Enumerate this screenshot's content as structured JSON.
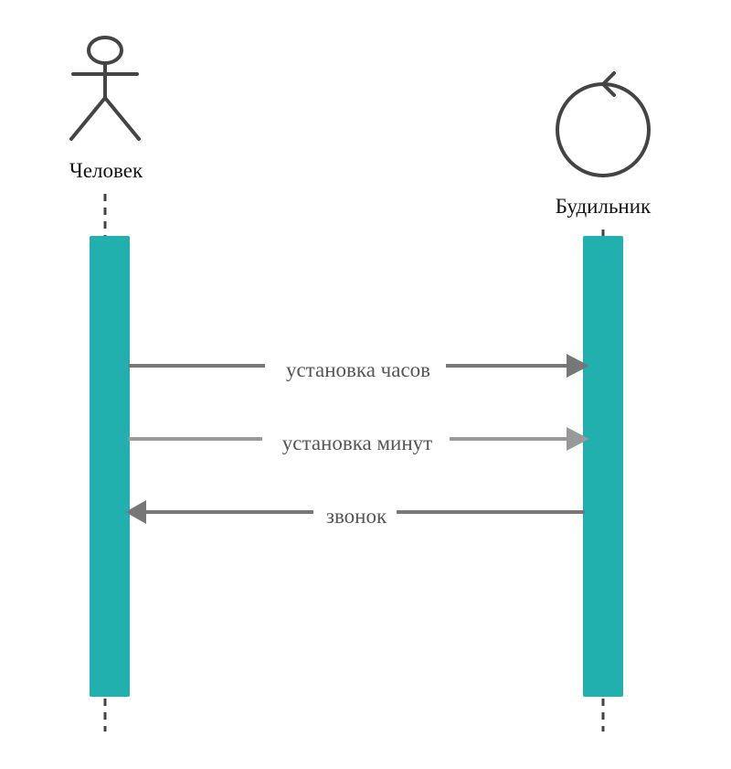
{
  "participants": {
    "actor": {
      "label": "Человек",
      "icon": "actor-stick-figure-icon"
    },
    "control": {
      "label": "Будильник",
      "icon": "control-circle-icon"
    }
  },
  "messages": [
    {
      "label": "установка часов",
      "from": "Человек",
      "to": "Будильник"
    },
    {
      "label": "установка минут",
      "from": "Человек",
      "to": "Будильник"
    },
    {
      "label": "звонок",
      "from": "Будильник",
      "to": "Человек"
    }
  ],
  "colors": {
    "activation": "#22b0ae",
    "icon_stroke": "#444444",
    "message_1": "#777777",
    "message_2": "#999999",
    "message_3": "#777777",
    "message_text": "#555555",
    "lifeline": "#444444"
  }
}
